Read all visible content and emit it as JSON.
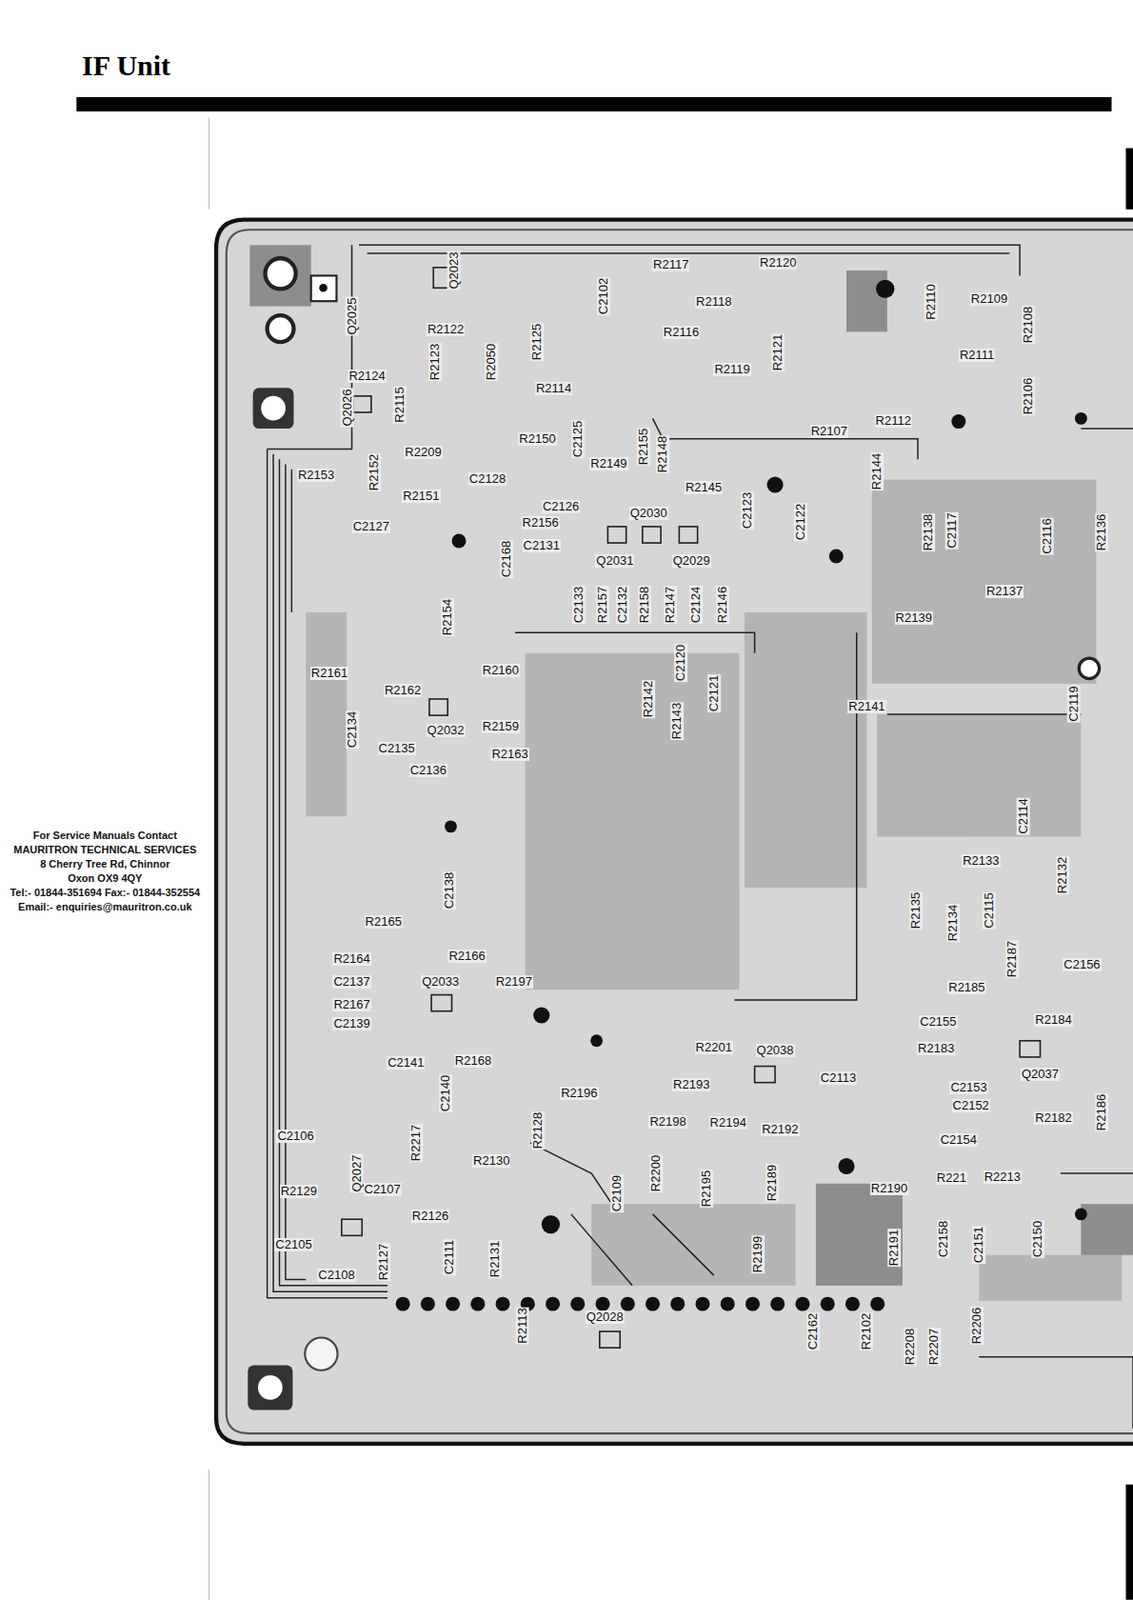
{
  "diagram": {
    "title": "IF Unit",
    "labels": [
      "Q2023",
      "Q2025",
      "R2122",
      "R2123",
      "R2050",
      "R2125",
      "C2102",
      "R2117",
      "R2120",
      "R2118",
      "R2116",
      "R2119",
      "R2121",
      "R2110",
      "R2109",
      "R2108",
      "R2111",
      "R2106",
      "R2112",
      "R2107",
      "R2114",
      "R2124",
      "Q2026",
      "R2115",
      "R2150",
      "C2125",
      "R2209",
      "R2149",
      "R2155",
      "R2148",
      "R2153",
      "R2152",
      "C2128",
      "R2145",
      "R2144",
      "R2151",
      "C2126",
      "Q2030",
      "C2123",
      "C2122",
      "R2138",
      "C2117",
      "C2116",
      "R2136",
      "C2127",
      "R2156",
      "C2131",
      "C2168",
      "Q2031",
      "Q2029",
      "R2137",
      "R2139",
      "C2133",
      "R2157",
      "C2132",
      "R2158",
      "R2147",
      "C2124",
      "R2146",
      "R2154",
      "R2161",
      "R2162",
      "R2160",
      "C2120",
      "R2142",
      "R2143",
      "C2121",
      "R2141",
      "C2119",
      "C2134",
      "Q2032",
      "R2159",
      "C2135",
      "R2163",
      "C2136",
      "C2138",
      "R2133",
      "C2114",
      "R2132",
      "R2135",
      "R2134",
      "C2115",
      "R2165",
      "R2164",
      "R2166",
      "R2187",
      "C2156",
      "C2137",
      "Q2033",
      "R2197",
      "R2185",
      "R2167",
      "C2155",
      "R2184",
      "C2139",
      "R2183",
      "R2201",
      "Q2038",
      "C2141",
      "R2168",
      "C2140",
      "R2193",
      "C2113",
      "R2196",
      "C2153",
      "Q2037",
      "C2152",
      "R2198",
      "R2194",
      "R2192",
      "R2128",
      "R2182",
      "R2130",
      "R2217",
      "C2106",
      "Q2027",
      "C2154",
      "C2109",
      "R2200",
      "R2195",
      "R2189",
      "R2190",
      "R2129",
      "C2107",
      "R2213",
      "R221",
      "R2126",
      "C2105",
      "R2127",
      "C2108",
      "C2111",
      "R2131",
      "R2199",
      "R2191",
      "C2158",
      "C2151",
      "C2150",
      "R2113",
      "Q2028",
      "C2162",
      "R2102",
      "R2206",
      "R2208",
      "R2207",
      "R2186",
      "For Service Manuals Contact",
      "MAURITRON TECHNICAL SERVICES",
      "8 Cherry Tree Rd, Chinnor",
      "Oxon OX9 4QY",
      "Tel:- 01844-351694 Fax:- 01844-352554",
      "Email:- enquiries@mauritron.co.uk"
    ]
  }
}
